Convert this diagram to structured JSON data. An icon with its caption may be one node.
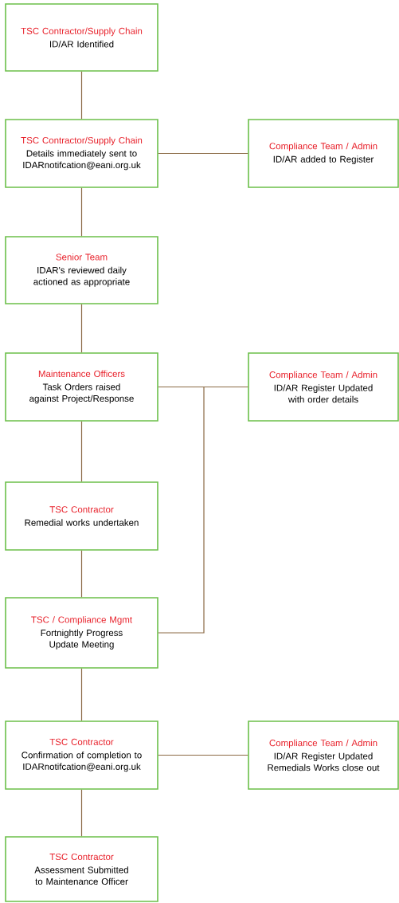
{
  "diagram": {
    "nodes": [
      {
        "text": [
          "TSC Contractor/Supply Chain",
          "ID/AR Identified"
        ]
      },
      {
        "text": [
          "TSC Contractor/Supply Chain",
          "Details immediately sent to IDARnotifcation@eani.org.uk"
        ]
      },
      {
        "text": [
          "Compliance Team / Admin",
          "ID/AR added to Register"
        ]
      },
      {
        "text": [
          "Senior Team",
          "IDAR's reviewed daily actioned as appropriate"
        ]
      },
      {
        "text": [
          "Maintenance Officers",
          "Task Orders raised against Project/Response"
        ]
      },
      {
        "text": [
          "Compliance Team / Admin",
          "ID/AR Register Updated with order details"
        ]
      },
      {
        "text": [
          "TSC Contractor",
          "Remedial works undertaken"
        ]
      },
      {
        "text": [
          "TSC / Compliance Mgmt",
          "Fortnightly Progress Update Meeting"
        ]
      },
      {
        "text": [
          "TSC Contractor",
          "Confirmation of completion to IDARnotifcation@eani.org.uk"
        ]
      },
      {
        "text": [
          "Compliance Team / Admin",
          "ID/AR Register Updated Remedials Works close out"
        ]
      },
      {
        "text": [
          "TSC Contractor",
          "Assessment Submitted to Maintenance Officer"
        ]
      }
    ],
    "edges": [
      {
        "from": 0,
        "to": 1,
        "arrow": "none"
      },
      {
        "from": 1,
        "to": 2,
        "arrow": "none"
      },
      {
        "from": 1,
        "to": 3,
        "arrow": "none"
      },
      {
        "from": 3,
        "to": 4,
        "arrow": "none"
      },
      {
        "from": 4,
        "to": 5,
        "arrow": "none"
      },
      {
        "from": 4,
        "to": 6,
        "arrow": "none"
      },
      {
        "from": 6,
        "to": 7,
        "arrow": "none"
      },
      {
        "from": 7,
        "to": 5,
        "arrow": "none"
      },
      {
        "from": 7,
        "to": 8,
        "arrow": "none"
      },
      {
        "from": 8,
        "to": 9,
        "arrow": "none"
      },
      {
        "from": 8,
        "to": 10,
        "arrow": "none"
      }
    ]
  }
}
